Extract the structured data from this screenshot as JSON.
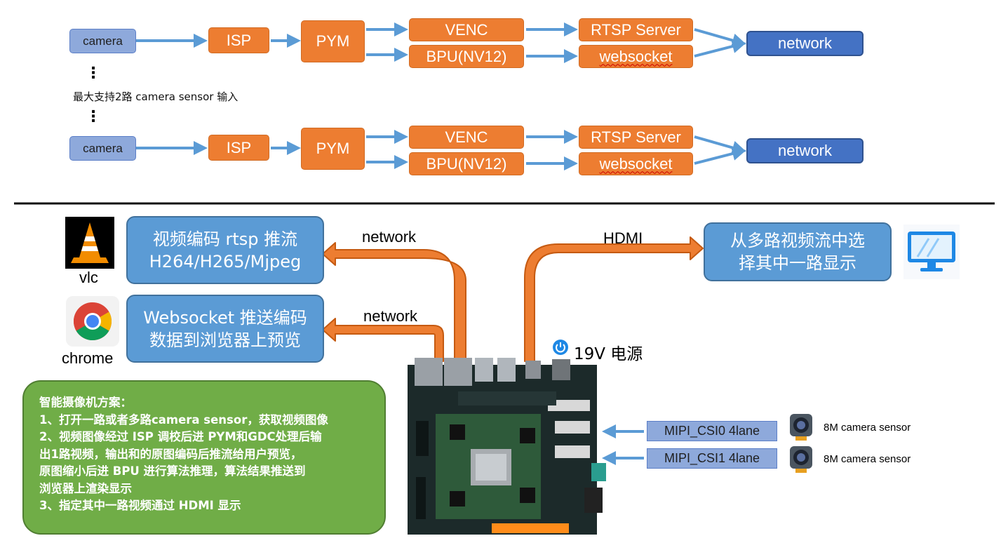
{
  "pipeline_rows": [
    {
      "camera": "camera",
      "isp": "ISP",
      "pym": "PYM",
      "venc": "VENC",
      "bpu": "BPU(NV12)",
      "rtsp": "RTSP Server",
      "websocket": "websocket",
      "network": "network"
    },
    {
      "camera": "camera",
      "isp": "ISP",
      "pym": "PYM",
      "venc": "VENC",
      "bpu": "BPU(NV12)",
      "rtsp": "RTSP Server",
      "websocket": "websocket",
      "network": "network"
    }
  ],
  "ellipsis": "⋮",
  "max_note": "最大支持2路 camera sensor 输入",
  "clients": {
    "vlc_label": "vlc",
    "chrome_label": "chrome",
    "rtsp_box": {
      "line1": "视频编码 rtsp 推流",
      "line2": "H264/H265/Mjpeg"
    },
    "ws_box": {
      "line1": "Websocket 推送编码",
      "line2": "数据到浏览器上预览"
    },
    "network_label_1": "network",
    "network_label_2": "network",
    "hdmi_label": "HDMI",
    "hdmi_box": {
      "line1": "从多路视频流中选",
      "line2": "择其中一路显示"
    }
  },
  "power_label": "19V 电源",
  "solution": {
    "title": "智能摄像机方案：",
    "lines": [
      "1、打开一路或者多路camera sensor，获取视频图像",
      "2、视频图像经过 ISP 调校后进 PYM和GDC处理后输",
      "出1路视频，输出和的原图编码后推流给用户预览，",
      "原图缩小后进 BPU 进行算法推理，算法结果推送到",
      "浏览器上渲染显示",
      "3、指定其中一路视频通过 HDMI 显示"
    ]
  },
  "sensors": [
    {
      "port": "MIPI_CSI0 4lane",
      "label": "8M camera sensor"
    },
    {
      "port": "MIPI_CSI1 4lane",
      "label": "8M camera sensor"
    }
  ],
  "colors": {
    "camera_box": "#8ea9db",
    "module_box": "#ed7d31",
    "network_box": "#4472c4",
    "info_box": "#5b9bd5",
    "solution_box": "#70ad47",
    "arrow_blue": "#5b9bd5",
    "arrow_orange": "#ed7d31"
  }
}
